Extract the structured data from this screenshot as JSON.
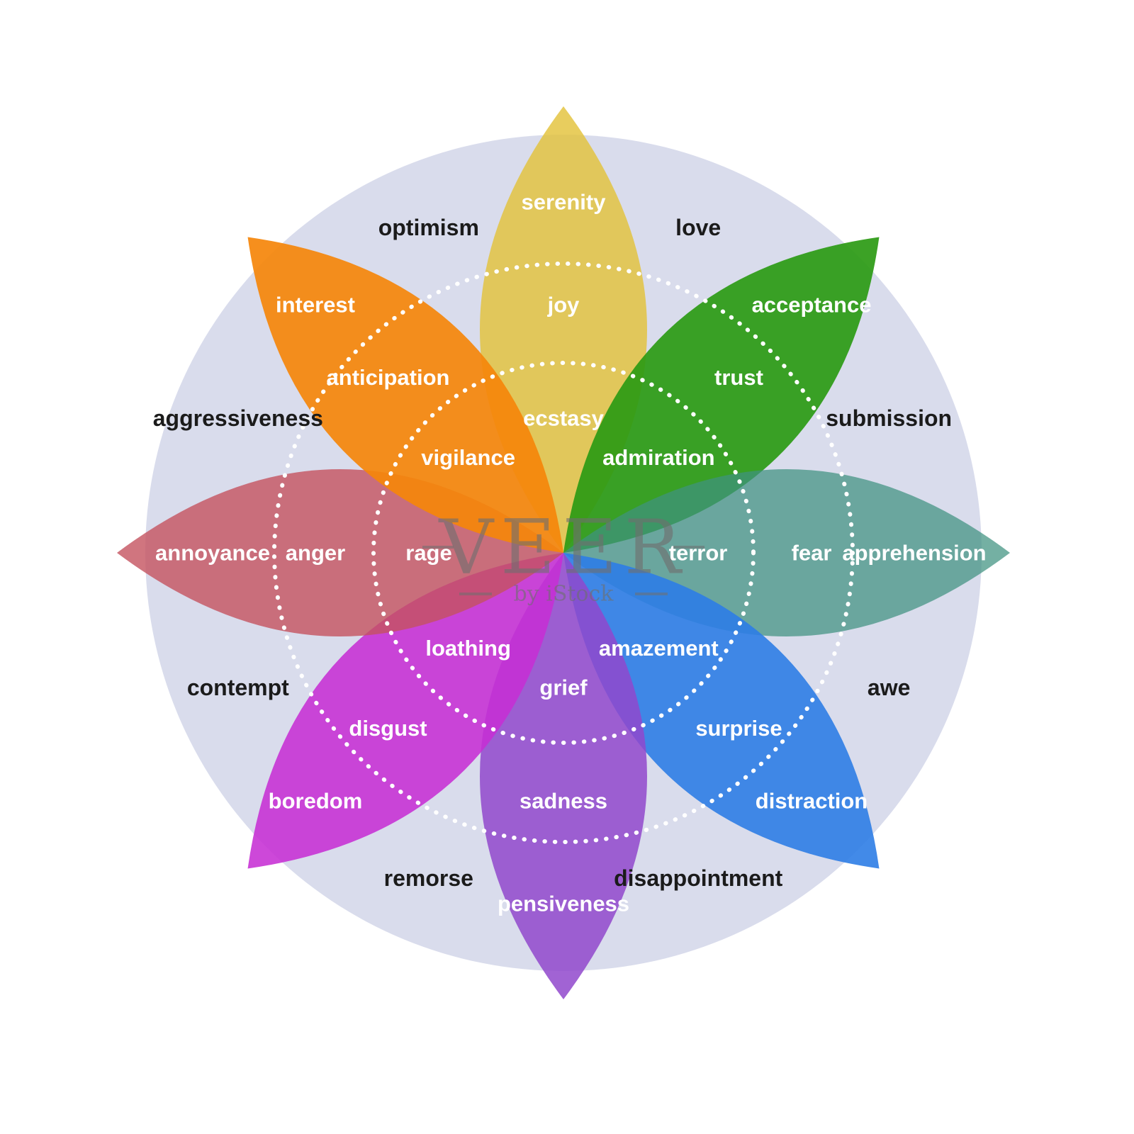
{
  "diagram": {
    "kind": "emotion-wheel",
    "background_color": "#d9dcec",
    "ring_color": "#ffffff",
    "petals": [
      {
        "name": "joy",
        "angle": 0,
        "color": "#e3c23a",
        "opacity": 0.82,
        "labels": [
          "serenity",
          "joy",
          "ecstasy"
        ]
      },
      {
        "name": "trust",
        "angle": 45,
        "color": "#2b9a13",
        "opacity": 0.92,
        "labels": [
          "acceptance",
          "trust",
          "admiration"
        ]
      },
      {
        "name": "fear",
        "angle": 90,
        "color": "#3f9180",
        "opacity": 0.72,
        "labels": [
          "apprehension",
          "fear",
          "terror"
        ]
      },
      {
        "name": "surprise",
        "angle": 135,
        "color": "#2e7de5",
        "opacity": 0.9,
        "labels": [
          "distraction",
          "surprise",
          "amazement"
        ]
      },
      {
        "name": "sadness",
        "angle": 180,
        "color": "#9048cc",
        "opacity": 0.85,
        "labels": [
          "pensiveness",
          "sadness",
          "grief"
        ]
      },
      {
        "name": "disgust",
        "angle": 225,
        "color": "#c62fd4",
        "opacity": 0.88,
        "labels": [
          "boredom",
          "disgust",
          "loathing"
        ]
      },
      {
        "name": "anger",
        "angle": 270,
        "color": "#c4525f",
        "opacity": 0.8,
        "labels": [
          "annoyance",
          "anger",
          "rage"
        ]
      },
      {
        "name": "anticipation",
        "angle": 315,
        "color": "#f5860a",
        "opacity": 0.92,
        "labels": [
          "interest",
          "anticipation",
          "vigilance"
        ]
      }
    ],
    "combinations": [
      {
        "label": "optimism",
        "angle": 337.5
      },
      {
        "label": "love",
        "angle": 22.5
      },
      {
        "label": "submission",
        "angle": 67.5
      },
      {
        "label": "awe",
        "angle": 112.5
      },
      {
        "label": "disappointment",
        "angle": 157.5
      },
      {
        "label": "remorse",
        "angle": 202.5
      },
      {
        "label": "contempt",
        "angle": 247.5
      },
      {
        "label": "aggressiveness",
        "angle": 292.5
      }
    ]
  },
  "watermark": {
    "brand": "VEER",
    "byline": "by iStock"
  }
}
